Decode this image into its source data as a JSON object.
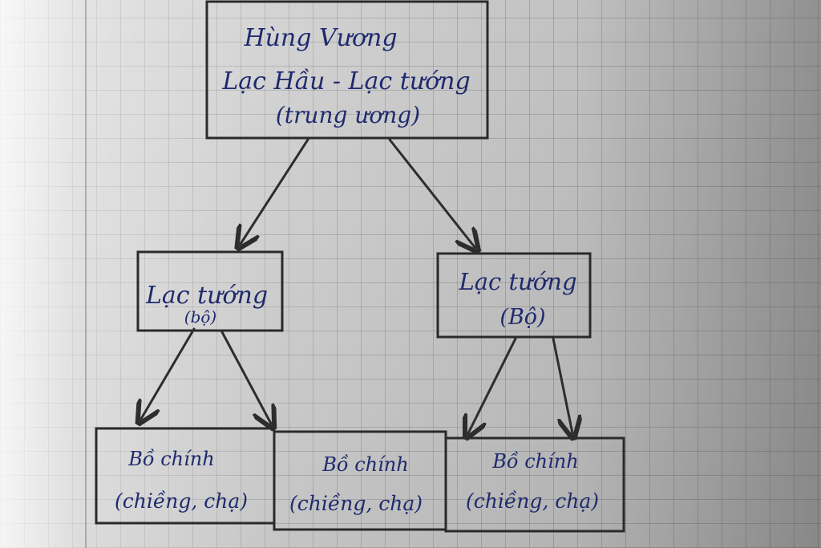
{
  "diagram": {
    "root": {
      "line1": "Hùng Vương",
      "line2": "Lạc Hầu - Lạc tướng",
      "line3": "(trung ương)"
    },
    "left_mid": {
      "line1": "Lạc tướng",
      "line2": "(bộ)"
    },
    "right_mid": {
      "line1": "Lạc tướng",
      "line2": "(Bộ)"
    },
    "bottom_nodes": [
      {
        "line1": "Bồ chính",
        "line2": "(chiềng, chạ)"
      },
      {
        "line1": "Bồ chính",
        "line2": "(chiềng, chạ)"
      },
      {
        "line1": "Bồ chính",
        "line2": "(chiềng, chạ)"
      }
    ],
    "colors": {
      "ink": "#1e2a6d",
      "stroke": "#2a2a2a",
      "paper": "#d7d7d7"
    }
  }
}
